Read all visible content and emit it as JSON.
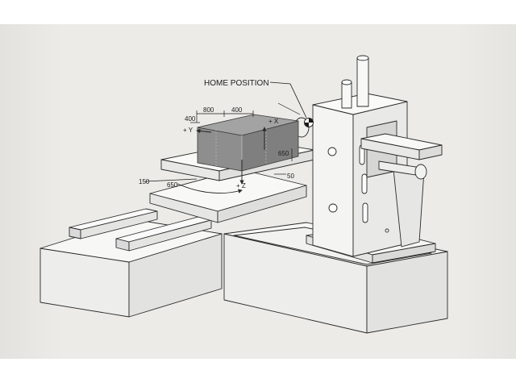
{
  "labels": {
    "home_position": "HOME POSITION",
    "plus_x": "+ X",
    "plus_y": "+ Y",
    "plus_z": "+ Z"
  },
  "dimensions": {
    "d800": "800",
    "d400_top": "400",
    "d400_left": "400",
    "d650_right": "650",
    "d650_bottom": "650",
    "d150": "150",
    "d50": "50"
  },
  "colors": {
    "paper": "#ecebe7",
    "line": "#2a2a2a",
    "face_light": "#f6f6f4",
    "face_mid": "#dcdcda",
    "work_volume": "#8e8e8e"
  }
}
